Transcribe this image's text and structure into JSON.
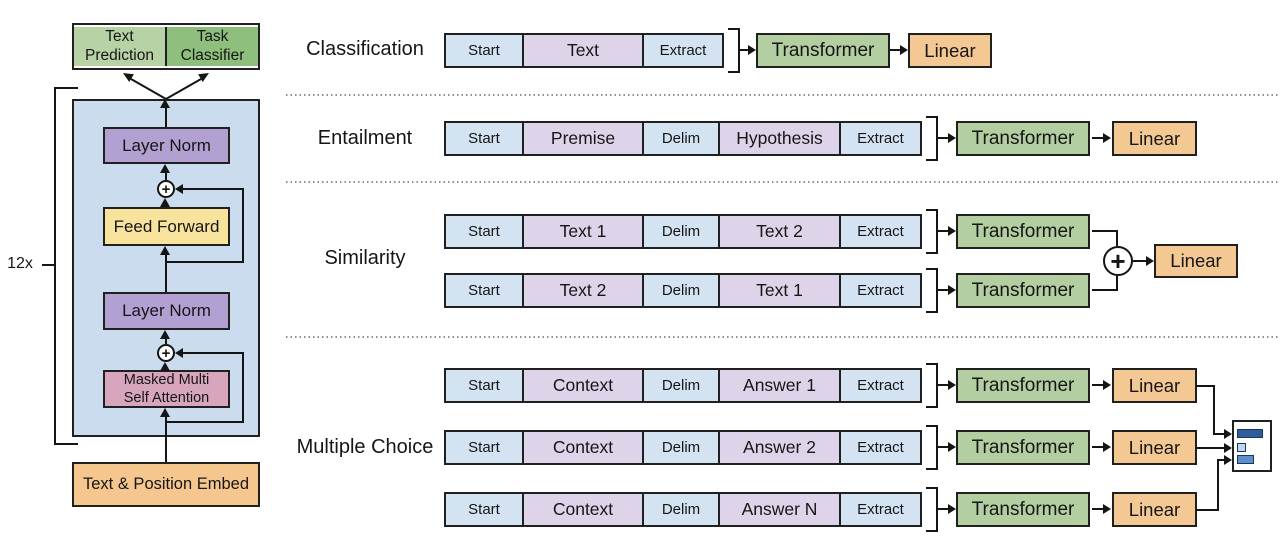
{
  "colors": {
    "token_blue": "#d3e3f2",
    "token_purple": "#ddd4e9",
    "transformer_green": "#b3cfa2",
    "linear_orange": "#f4c893",
    "text_prediction_green": "#b7d2a4",
    "task_classifier_green": "#8fbf7c",
    "decoder_body_blue": "#cbdcee",
    "layer_norm_purple": "#b1a0d1",
    "feed_forward_yellow": "#f8e39c",
    "attention_pink": "#d8a6bc",
    "embed_orange": "#f5c78e",
    "bar_dark_blue": "#2e5c9c",
    "bar_light_blue": "#bdd7ee",
    "bar_mid_blue": "#5b8fce"
  },
  "left_diagram": {
    "repeat_label": "12x",
    "text_prediction": "Text Prediction",
    "task_classifier": "Task Classifier",
    "layer_norm_top": "Layer Norm",
    "residual_plus_top": "+",
    "feed_forward": "Feed Forward",
    "layer_norm_bottom": "Layer Norm",
    "residual_plus_bottom": "+",
    "masked_attention_line1": "Masked Multi",
    "masked_attention_line2": "Self Attention",
    "embedding": "Text & Position Embed"
  },
  "tasks": {
    "classification": {
      "label": "Classification",
      "tokens": [
        "Start",
        "Text",
        "Extract"
      ],
      "transformer": "Transformer",
      "linear": "Linear"
    },
    "entailment": {
      "label": "Entailment",
      "tokens": [
        "Start",
        "Premise",
        "Delim",
        "Hypothesis",
        "Extract"
      ],
      "transformer": "Transformer",
      "linear": "Linear"
    },
    "similarity": {
      "label": "Similarity",
      "row1_tokens": [
        "Start",
        "Text 1",
        "Delim",
        "Text 2",
        "Extract"
      ],
      "row2_tokens": [
        "Start",
        "Text 2",
        "Delim",
        "Text 1",
        "Extract"
      ],
      "transformer": "Transformer",
      "sum_plus": "+",
      "linear": "Linear"
    },
    "multiple_choice": {
      "label": "Multiple Choice",
      "row1_tokens": [
        "Start",
        "Context",
        "Delim",
        "Answer 1",
        "Extract"
      ],
      "row2_tokens": [
        "Start",
        "Context",
        "Delim",
        "Answer 2",
        "Extract"
      ],
      "row3_tokens": [
        "Start",
        "Context",
        "Delim",
        "Answer N",
        "Extract"
      ],
      "transformer": "Transformer",
      "linear": "Linear"
    }
  }
}
